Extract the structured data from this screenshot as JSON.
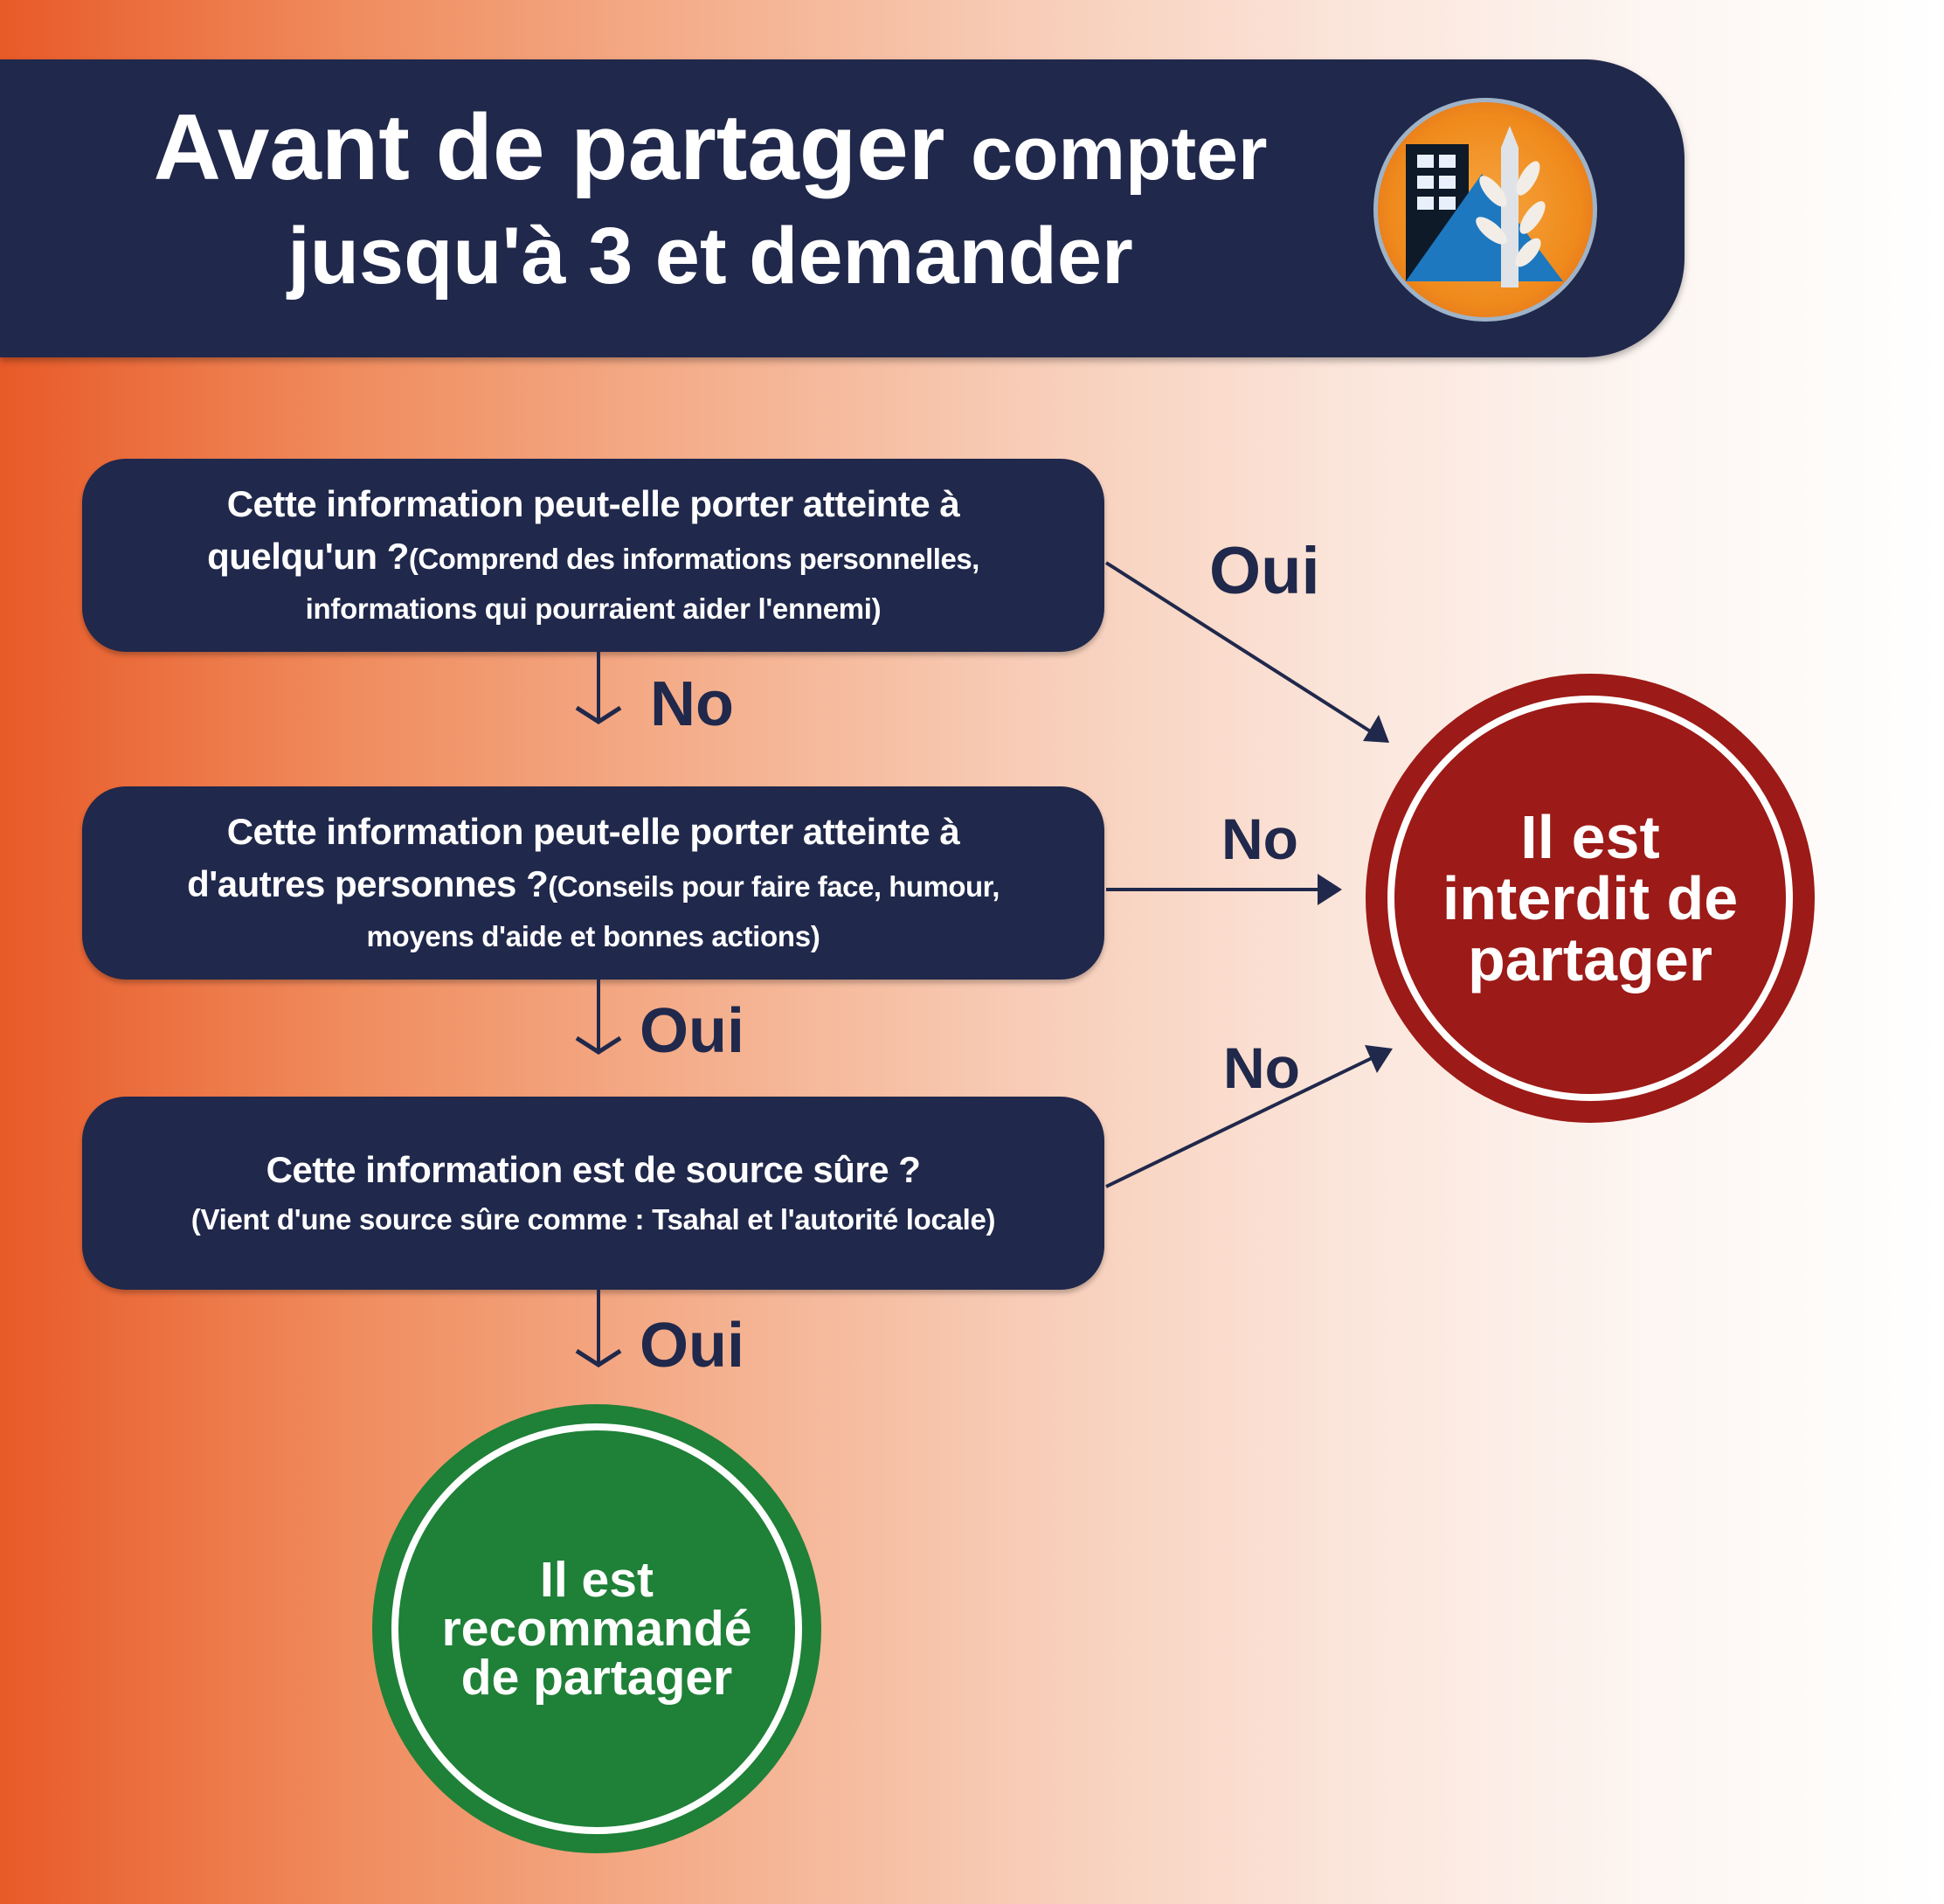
{
  "header": {
    "title_bold": "Avant de partager",
    "title_rest": "compter",
    "title_line2": "jusqu'à 3 et demander",
    "logo": "home-front-command-emblem"
  },
  "questions": [
    {
      "main": "Cette information peut-elle porter atteinte à",
      "main2": "quelqu'un ?",
      "sub": "(Comprend des informations personnelles,",
      "sub2": "informations qui pourraient aider l'ennemi)"
    },
    {
      "main": "Cette information peut-elle porter atteinte à",
      "main2": "d'autres personnes ?",
      "sub": "(Conseils pour faire face, humour,",
      "sub2": "moyens d'aide et bonnes actions)"
    },
    {
      "main": "Cette information est de source sûre ?",
      "sub2": "(Vient d'une source sûre comme : Tsahal et l'autorité locale)"
    }
  ],
  "labels": {
    "q1_down": "No",
    "q1_right": "Oui",
    "q2_down": "Oui",
    "q2_right": "No",
    "q3_down": "Oui",
    "q3_right": "No"
  },
  "outcomes": {
    "forbidden": [
      "Il est",
      "interdit de",
      "partager"
    ],
    "recommended": [
      "Il est",
      "recommandé",
      "de partager"
    ]
  },
  "colors": {
    "navy": "#20284b",
    "red": "#9c1a17",
    "green": "#1f8037",
    "orange": "#e85a28"
  }
}
